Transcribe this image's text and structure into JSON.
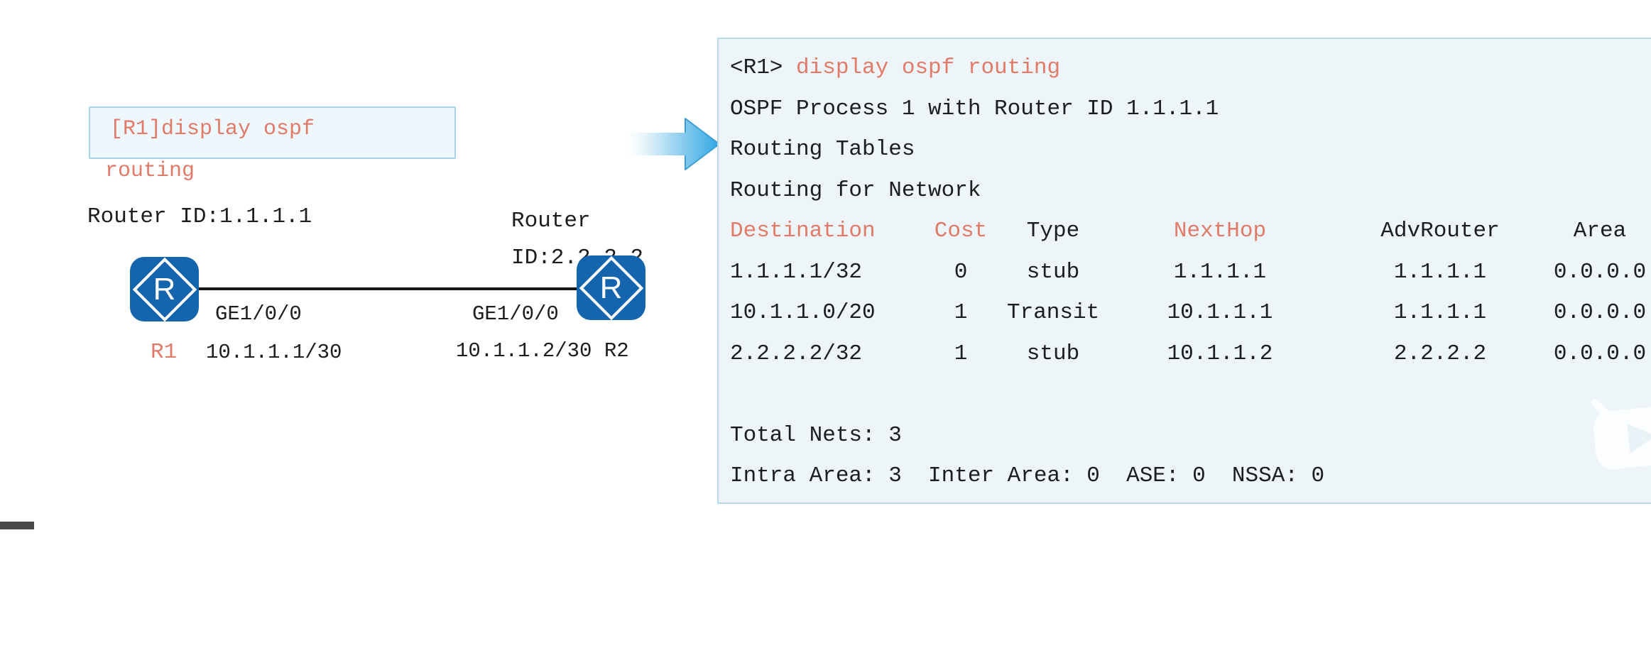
{
  "colors": {
    "accent_red": "#e17a68",
    "panel_bg": "#edf5f8",
    "panel_border": "#b9dbe9",
    "command_box_bg": "#eef8fc",
    "command_box_border": "#a9d3e6",
    "router_blue": "#1564ae",
    "arrow_blue": "#2fa7e3",
    "text": "#1d1d1d"
  },
  "diagram": {
    "command_box": {
      "line1": "[R1]display ospf",
      "line2": "routing"
    },
    "router1": {
      "router_id_label": "Router ID:1.1.1.1",
      "icon_letter": "R",
      "name": "R1",
      "interface": "GE1/0/0",
      "ip": "10.1.1.1/30"
    },
    "router2": {
      "router_id_label": "Router ID:2.2.2.2",
      "icon_letter": "R",
      "name": "R2",
      "interface": "GE1/0/0",
      "ip": "10.1.1.2/30"
    }
  },
  "terminal": {
    "prompt": "<R1> ",
    "command": "display ospf routing",
    "process_line": "OSPF Process 1 with Router ID 1.1.1.1",
    "tables_line": "Routing Tables",
    "network_line": "Routing for Network",
    "table": {
      "headers": [
        {
          "label": "Destination"
        },
        {
          "label": "Cost"
        },
        {
          "label": "Type"
        },
        {
          "label": "NextHop"
        },
        {
          "label": "AdvRouter"
        },
        {
          "label": "Area"
        }
      ],
      "rows": [
        [
          "1.1.1.1/32",
          "0",
          "stub",
          "1.1.1.1",
          "1.1.1.1",
          "0.0.0.0"
        ],
        [
          "10.1.1.0/20",
          "1",
          "Transit",
          "10.1.1.1",
          "1.1.1.1",
          "0.0.0.0"
        ],
        [
          "2.2.2.2/32",
          "1",
          "stub",
          "10.1.1.2",
          "2.2.2.2",
          "0.0.0.0"
        ]
      ]
    },
    "total_line": "Total Nets: 3",
    "summary_line": "Intra Area: 3  Inter Area: 0  ASE: 0  NSSA: 0"
  }
}
